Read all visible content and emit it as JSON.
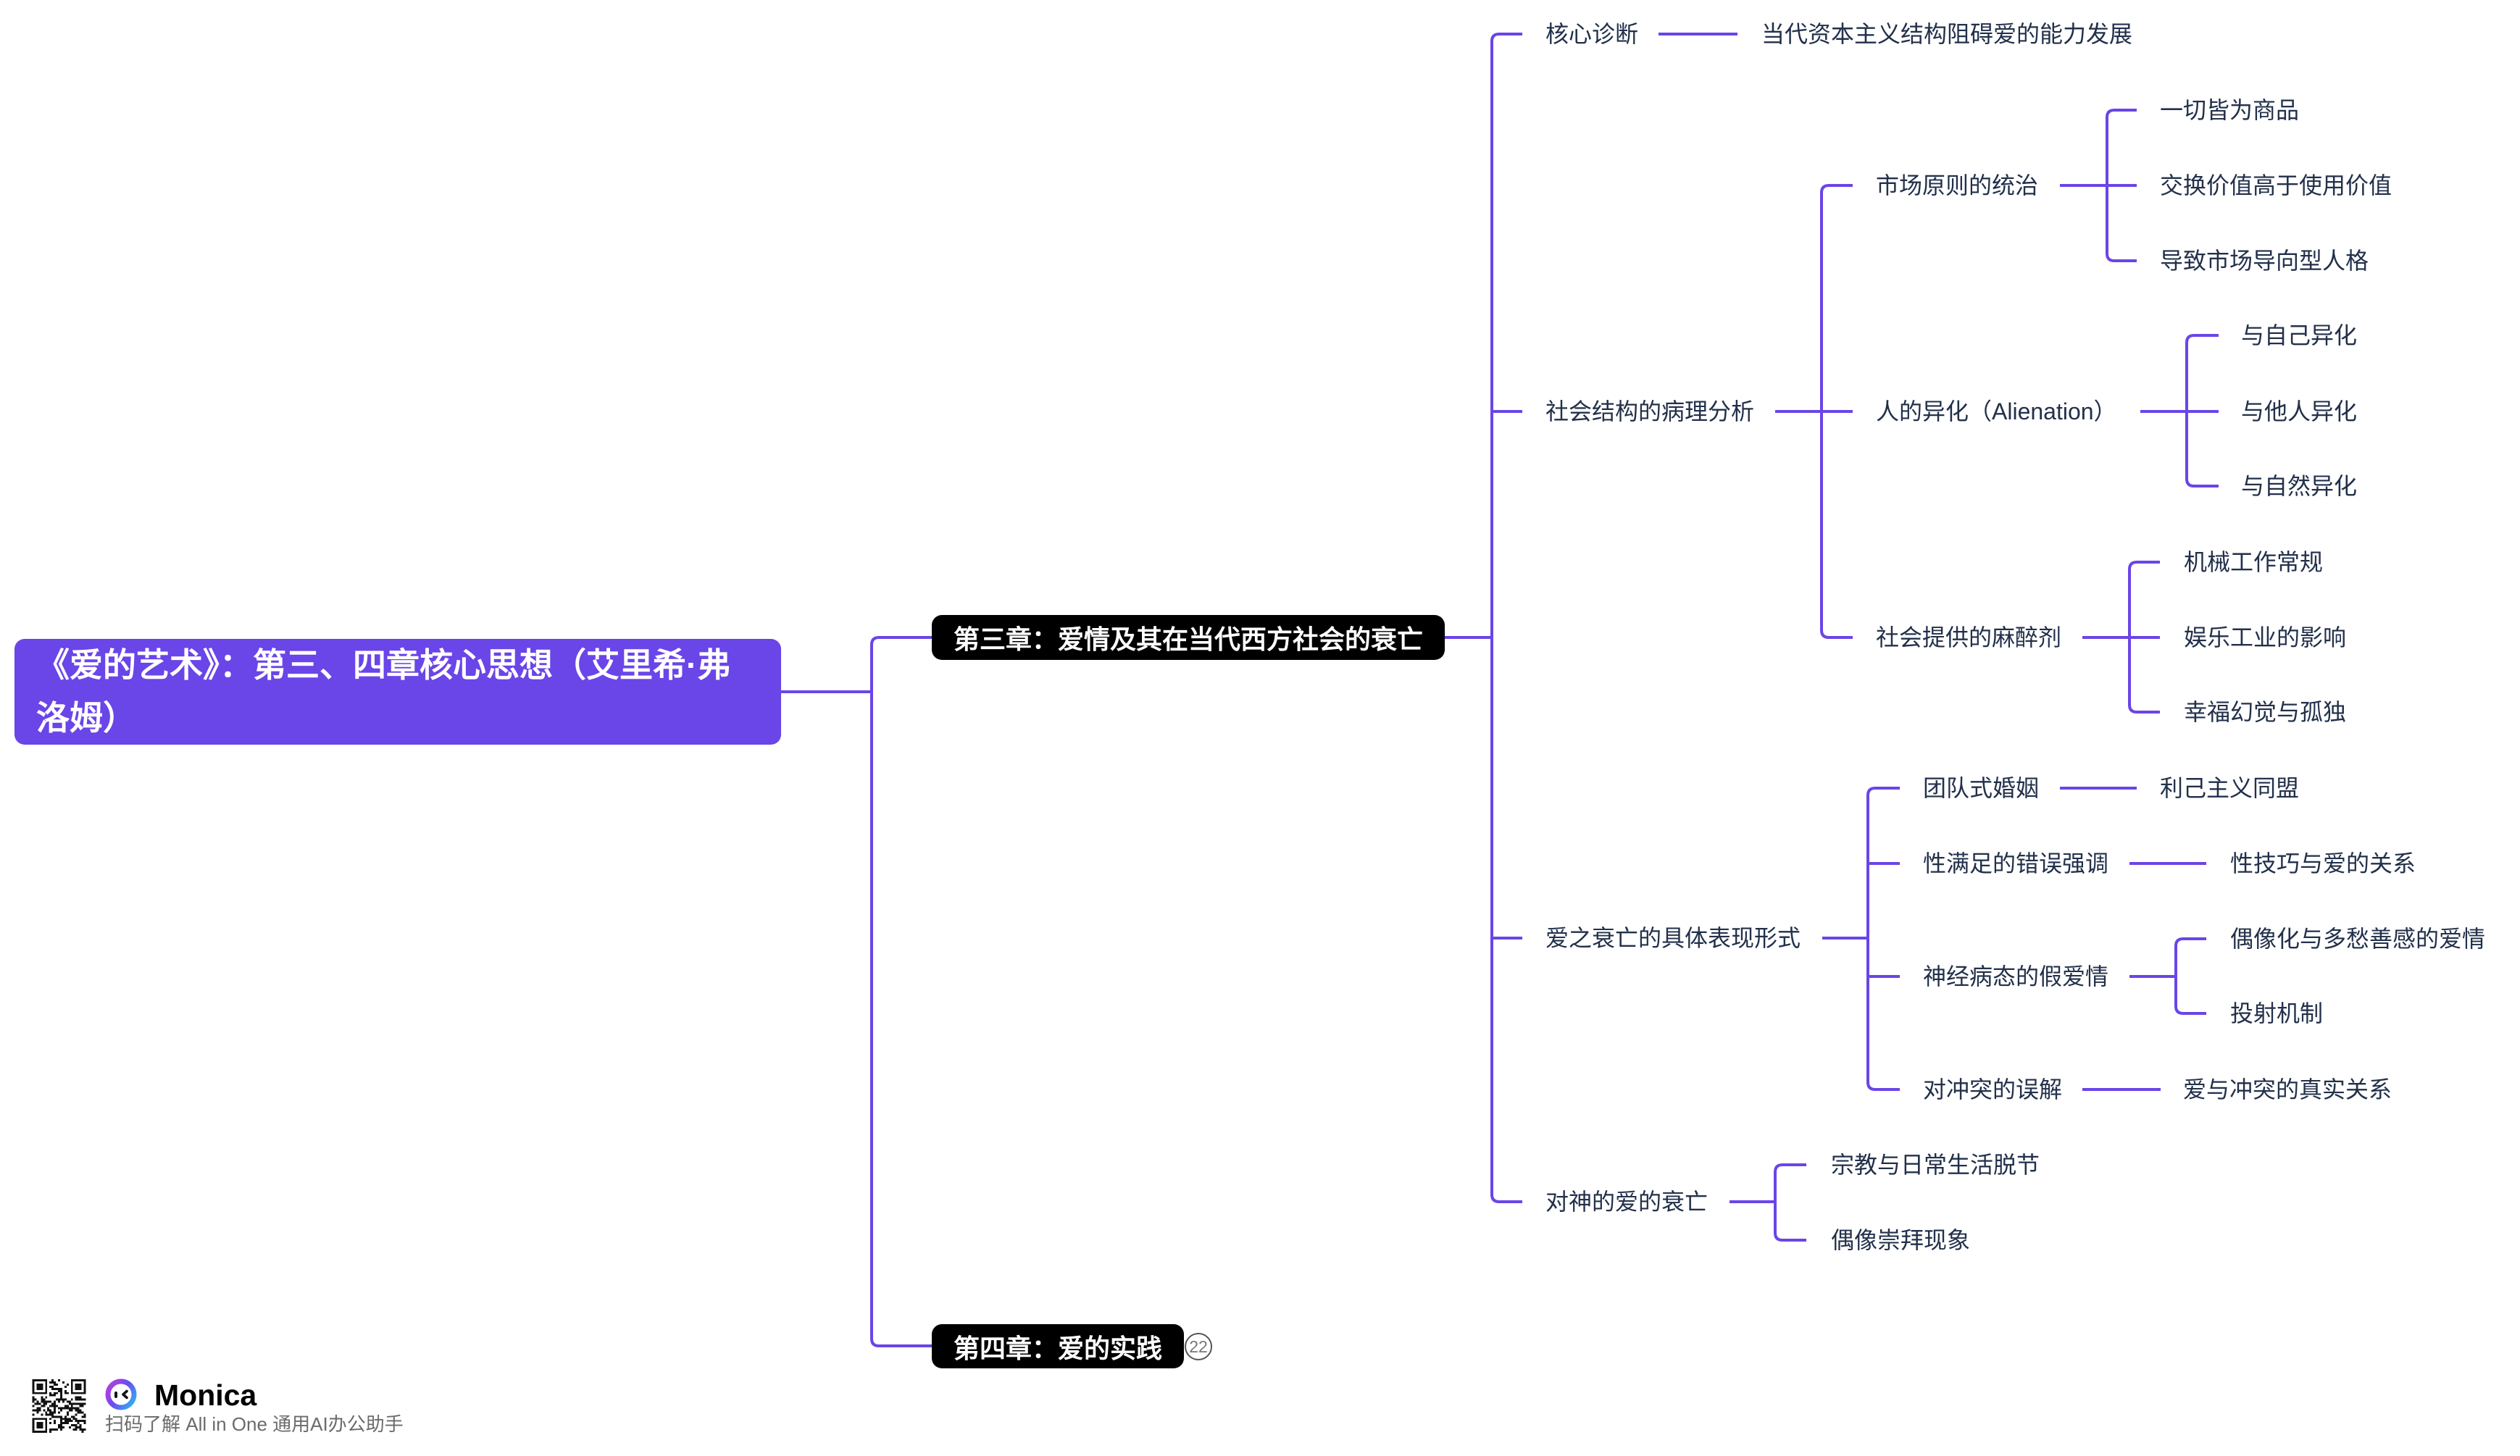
{
  "colors": {
    "accent": "#6a45e8",
    "chapter_bg": "#000000",
    "text": "#22304a",
    "muted": "#6b6b6b"
  },
  "mindmap": {
    "root": {
      "label": "《爱的艺术》：第三、四章核心思想（艾里希·弗洛姆）"
    },
    "chapters": [
      {
        "label": "第三章：爱情及其在当代西方社会的衰亡",
        "children": [
          {
            "label": "核心诊断",
            "children": [
              {
                "label": "当代资本主义结构阻碍爱的能力发展"
              }
            ]
          },
          {
            "label": "社会结构的病理分析",
            "children": [
              {
                "label": "市场原则的统治",
                "children": [
                  {
                    "label": "一切皆为商品"
                  },
                  {
                    "label": "交换价值高于使用价值"
                  },
                  {
                    "label": "导致市场导向型人格"
                  }
                ]
              },
              {
                "label": "人的异化（Alienation）",
                "children": [
                  {
                    "label": "与自己异化"
                  },
                  {
                    "label": "与他人异化"
                  },
                  {
                    "label": "与自然异化"
                  }
                ]
              },
              {
                "label": "社会提供的麻醉剂",
                "children": [
                  {
                    "label": "机械工作常规"
                  },
                  {
                    "label": "娱乐工业的影响"
                  },
                  {
                    "label": "幸福幻觉与孤独"
                  }
                ]
              }
            ]
          },
          {
            "label": "爱之衰亡的具体表现形式",
            "children": [
              {
                "label": "团队式婚姻",
                "children": [
                  {
                    "label": "利己主义同盟"
                  }
                ]
              },
              {
                "label": "性满足的错误强调",
                "children": [
                  {
                    "label": "性技巧与爱的关系"
                  }
                ]
              },
              {
                "label": "神经病态的假爱情",
                "children": [
                  {
                    "label": "偶像化与多愁善感的爱情"
                  },
                  {
                    "label": "投射机制"
                  }
                ]
              },
              {
                "label": "对冲突的误解",
                "children": [
                  {
                    "label": "爱与冲突的真实关系"
                  }
                ]
              }
            ]
          },
          {
            "label": "对神的爱的衰亡",
            "children": [
              {
                "label": "宗教与日常生活脱节"
              },
              {
                "label": "偶像崇拜现象"
              }
            ]
          }
        ]
      },
      {
        "label": "第四章：爱的实践",
        "collapsed_count": "22"
      }
    ]
  },
  "branding": {
    "logo_icon": "monica-face-logo",
    "qr_icon": "qr-code",
    "name": "Monica",
    "tagline": "扫码了解 All in One 通用AI办公助手"
  }
}
